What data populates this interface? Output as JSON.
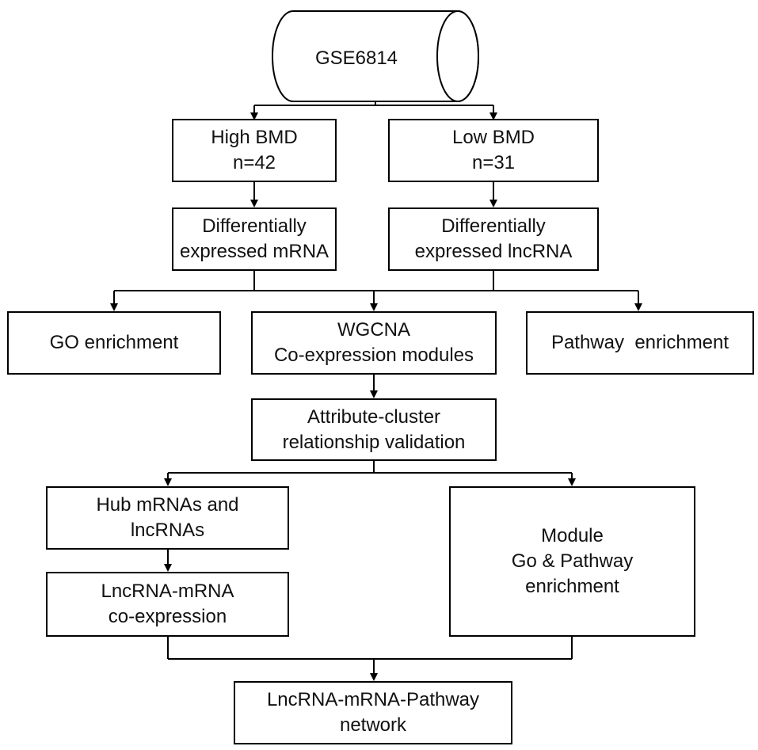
{
  "source": {
    "label": "GSE6814"
  },
  "groups": {
    "high": {
      "line1": "High BMD",
      "line2": "n=42"
    },
    "low": {
      "line1": "Low BMD",
      "line2": "n=31"
    }
  },
  "differential": {
    "mrna": {
      "line1": "Differentially",
      "line2": "expressed mRNA"
    },
    "lncrna": {
      "line1": "Differentially",
      "line2": "expressed lncRNA"
    }
  },
  "analysis": {
    "go": "GO enrichment",
    "wgcna": {
      "line1": "WGCNA",
      "line2": "Co-expression modules"
    },
    "pathway": "Pathway  enrichment"
  },
  "validation": {
    "line1": "Attribute-cluster",
    "line2": "relationship validation"
  },
  "hub": {
    "line1": "Hub mRNAs and",
    "line2": "lncRNAs"
  },
  "coexpression": {
    "line1": "LncRNA-mRNA",
    "line2": "co-expression"
  },
  "module": {
    "line1": "Module",
    "line2": "Go & Pathway",
    "line3": "enrichment"
  },
  "network": {
    "line1": "LncRNA-mRNA-Pathway",
    "line2": "network"
  }
}
